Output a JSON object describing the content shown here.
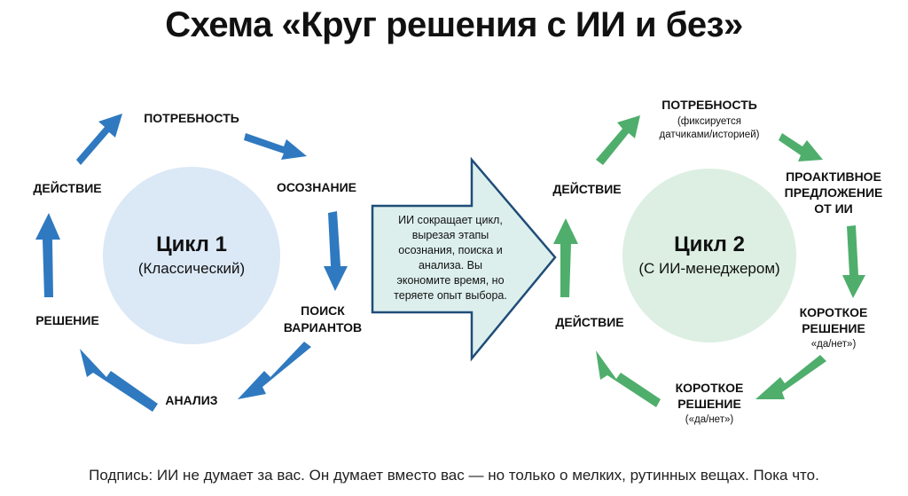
{
  "title": "Схема «Круг решения с ИИ и без»",
  "colors": {
    "blue": "#2f79c0",
    "green": "#4fae6c",
    "blue_circle": "#dbe8f6",
    "green_circle": "#dcefe2",
    "big_arrow_fill": "#dcefec",
    "big_arrow_stroke": "#1f4d78"
  },
  "cycle1": {
    "title": "Цикл 1",
    "subtitle": "(Классический)",
    "labels": {
      "need": "ПОТРЕБНОСТЬ",
      "awareness": "ОСОЗНАНИЕ",
      "search_line1": "ПОИСК",
      "search_line2": "ВАРИАНТОВ",
      "analysis": "АНАЛИЗ",
      "decision": "РЕШЕНИЕ",
      "action": "ДЕЙСТВИЕ"
    }
  },
  "center_arrow": {
    "lines": [
      "ИИ сокращает цикл,",
      "вырезая этапы",
      "осознания, поиска и",
      "анализа. Вы",
      "экономите время, но",
      "теряете опыт выбора."
    ]
  },
  "cycle2": {
    "title": "Цикл 2",
    "subtitle": "(С ИИ-менеджером)",
    "labels": {
      "need": "ПОТРЕБНОСТЬ",
      "need_sub1": "(фиксируется",
      "need_sub2": "датчиками/историей)",
      "proactive1": "ПРОАКТИВНОЕ",
      "proactive2": "ПРЕДЛОЖЕНИЕ",
      "proactive3": "ОТ ИИ",
      "short_right1": "КОРОТКОЕ",
      "short_right2": "РЕШЕНИЕ",
      "short_right3": "«да/нет»)",
      "short_bottom1": "КОРОТКОЕ",
      "short_bottom2": "РЕШЕНИЕ",
      "short_bottom3": "(«да/нет»)",
      "action_lower": "ДЕЙСТВИЕ",
      "action_upper": "ДЕЙСТВИЕ"
    }
  },
  "caption": "Подпись: ИИ не думает за вас. Он думает вместо вас — но только о мелких, рутинных вещах. Пока что."
}
